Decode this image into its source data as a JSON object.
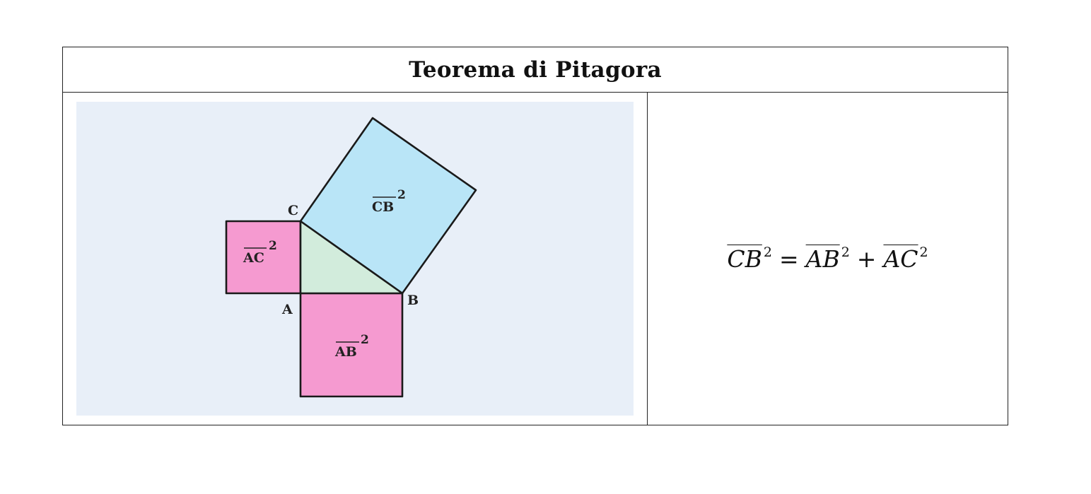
{
  "title": "Teorema di Pitagora",
  "diagram": {
    "vertices": {
      "A": "A",
      "B": "B",
      "C": "C"
    },
    "square_labels": {
      "AC": "AC",
      "AB": "AB",
      "CB": "CB",
      "exponent": "2"
    },
    "colors": {
      "background": "#e8eff8",
      "leg_squares": "#f59ad0",
      "hypotenuse_square": "#b9e5f7",
      "triangle": "#d2ecdc",
      "stroke": "#1a1a1a"
    }
  },
  "formula": {
    "lhs": "CB",
    "equals": "=",
    "term1": "AB",
    "plus": "+",
    "term2": "AC",
    "exponent": "2"
  }
}
